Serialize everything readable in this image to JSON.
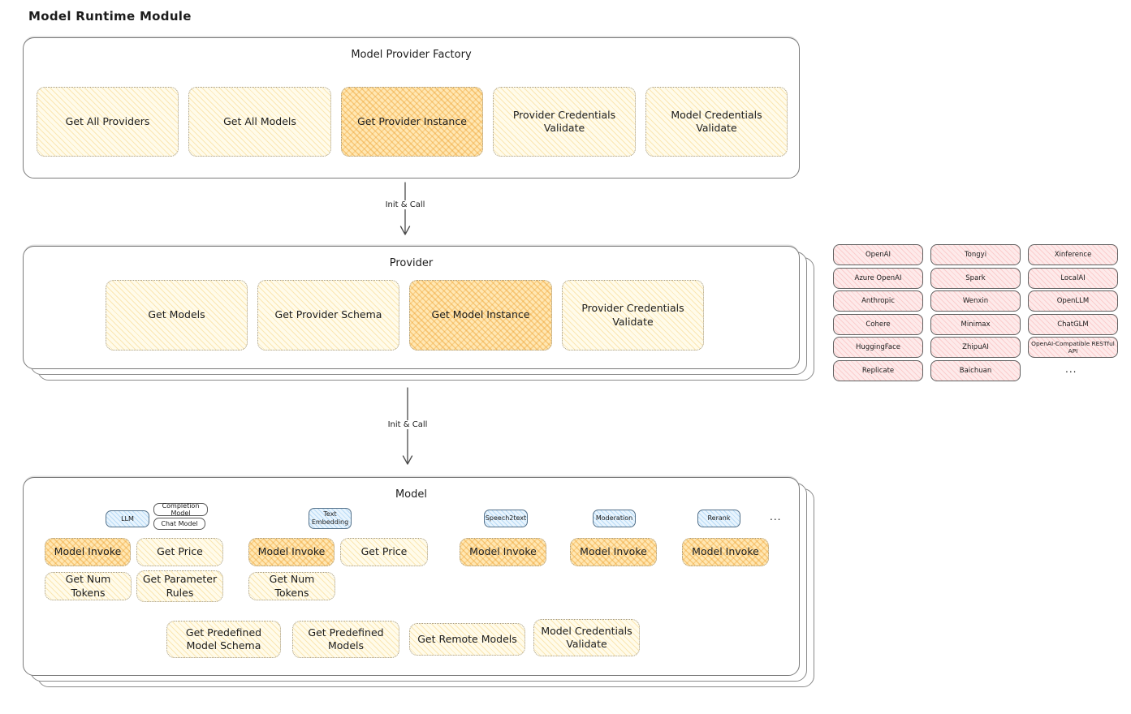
{
  "page": {
    "title": "Model Runtime Module"
  },
  "colors": {
    "yellow_light": "#fffbea",
    "yellow_dark": "#ffe7b3",
    "pink": "#fdeaea",
    "blue": "#e8f4fd",
    "stroke_dark": "#4a4a4a"
  },
  "arrows": [
    {
      "label": "Init & Call"
    },
    {
      "label": "Init & Call"
    }
  ],
  "factory": {
    "title": "Model Provider Factory",
    "methods": [
      {
        "label": "Get All Providers"
      },
      {
        "label": "Get All Models"
      },
      {
        "label": "Get Provider Instance"
      },
      {
        "label": "Provider Credentials Validate"
      },
      {
        "label": "Model Credentials Validate"
      }
    ]
  },
  "provider": {
    "title": "Provider",
    "methods": [
      {
        "label": "Get Models"
      },
      {
        "label": "Get Provider Schema"
      },
      {
        "label": "Get Model Instance"
      },
      {
        "label": "Provider Credentials Validate"
      }
    ]
  },
  "provider_list": {
    "items": [
      "OpenAI",
      "Tongyi",
      "Xinference",
      "Azure OpenAI",
      "Spark",
      "LocalAI",
      "Anthropic",
      "Wenxin",
      "OpenLLM",
      "Cohere",
      "Minimax",
      "ChatGLM",
      "HuggingFace",
      "ZhipuAI",
      "OpenAI-Compatible RESTful API",
      "Replicate",
      "Baichuan"
    ],
    "more": "..."
  },
  "model": {
    "title": "Model",
    "types": [
      {
        "label": "LLM"
      },
      {
        "label": "Completion Model"
      },
      {
        "label": "Chat Model"
      },
      {
        "label": "Text Embedding"
      },
      {
        "label": "Speech2text"
      },
      {
        "label": "Moderation"
      },
      {
        "label": "Rerank"
      }
    ],
    "types_more": "...",
    "methods": [
      {
        "label": "Model Invoke"
      },
      {
        "label": "Get Price"
      },
      {
        "label": "Get Num Tokens"
      },
      {
        "label": "Get Parameter Rules"
      },
      {
        "label": "Model Invoke"
      },
      {
        "label": "Get Price"
      },
      {
        "label": "Get Num Tokens"
      },
      {
        "label": "Model Invoke"
      },
      {
        "label": "Model Invoke"
      },
      {
        "label": "Model Invoke"
      },
      {
        "label": "Get Predefined Model Schema"
      },
      {
        "label": "Get Predefined Models"
      },
      {
        "label": "Get Remote Models"
      },
      {
        "label": "Model Credentials Validate"
      }
    ]
  }
}
